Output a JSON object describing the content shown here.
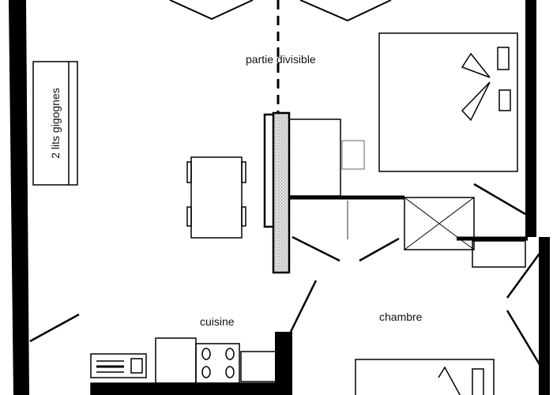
{
  "labels": {
    "partition": "partie divisible",
    "bunk_beds": "2 lits gigognes",
    "kitchen": "cuisine",
    "bedroom": "chambre"
  },
  "colors": {
    "wall": "#000000",
    "background": "#ffffff",
    "partition_fill": "#c8c8c8",
    "fixture_gray": "#999999"
  }
}
